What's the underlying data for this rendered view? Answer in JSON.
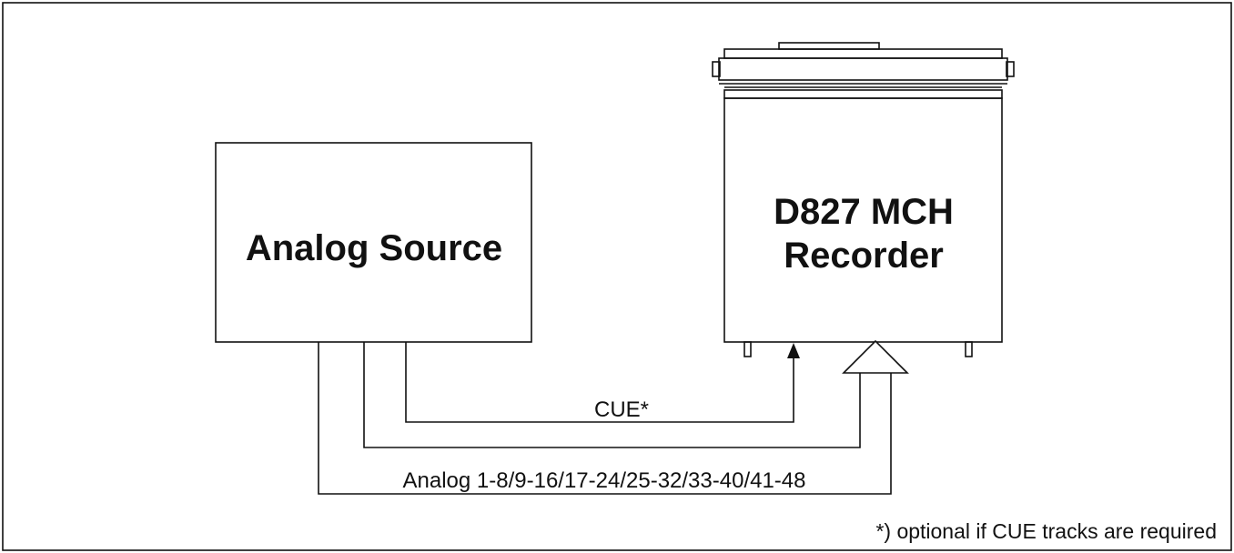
{
  "source": {
    "label": "Analog Source"
  },
  "recorder": {
    "label_line1": "D827 MCH",
    "label_line2": "Recorder"
  },
  "connections": {
    "cue_label": "CUE*",
    "analog_label": "Analog 1-8/9-16/17-24/25-32/33-40/41-48"
  },
  "footnote": "*) optional if CUE tracks are required",
  "colors": {
    "line": "#111111",
    "background": "#ffffff"
  }
}
